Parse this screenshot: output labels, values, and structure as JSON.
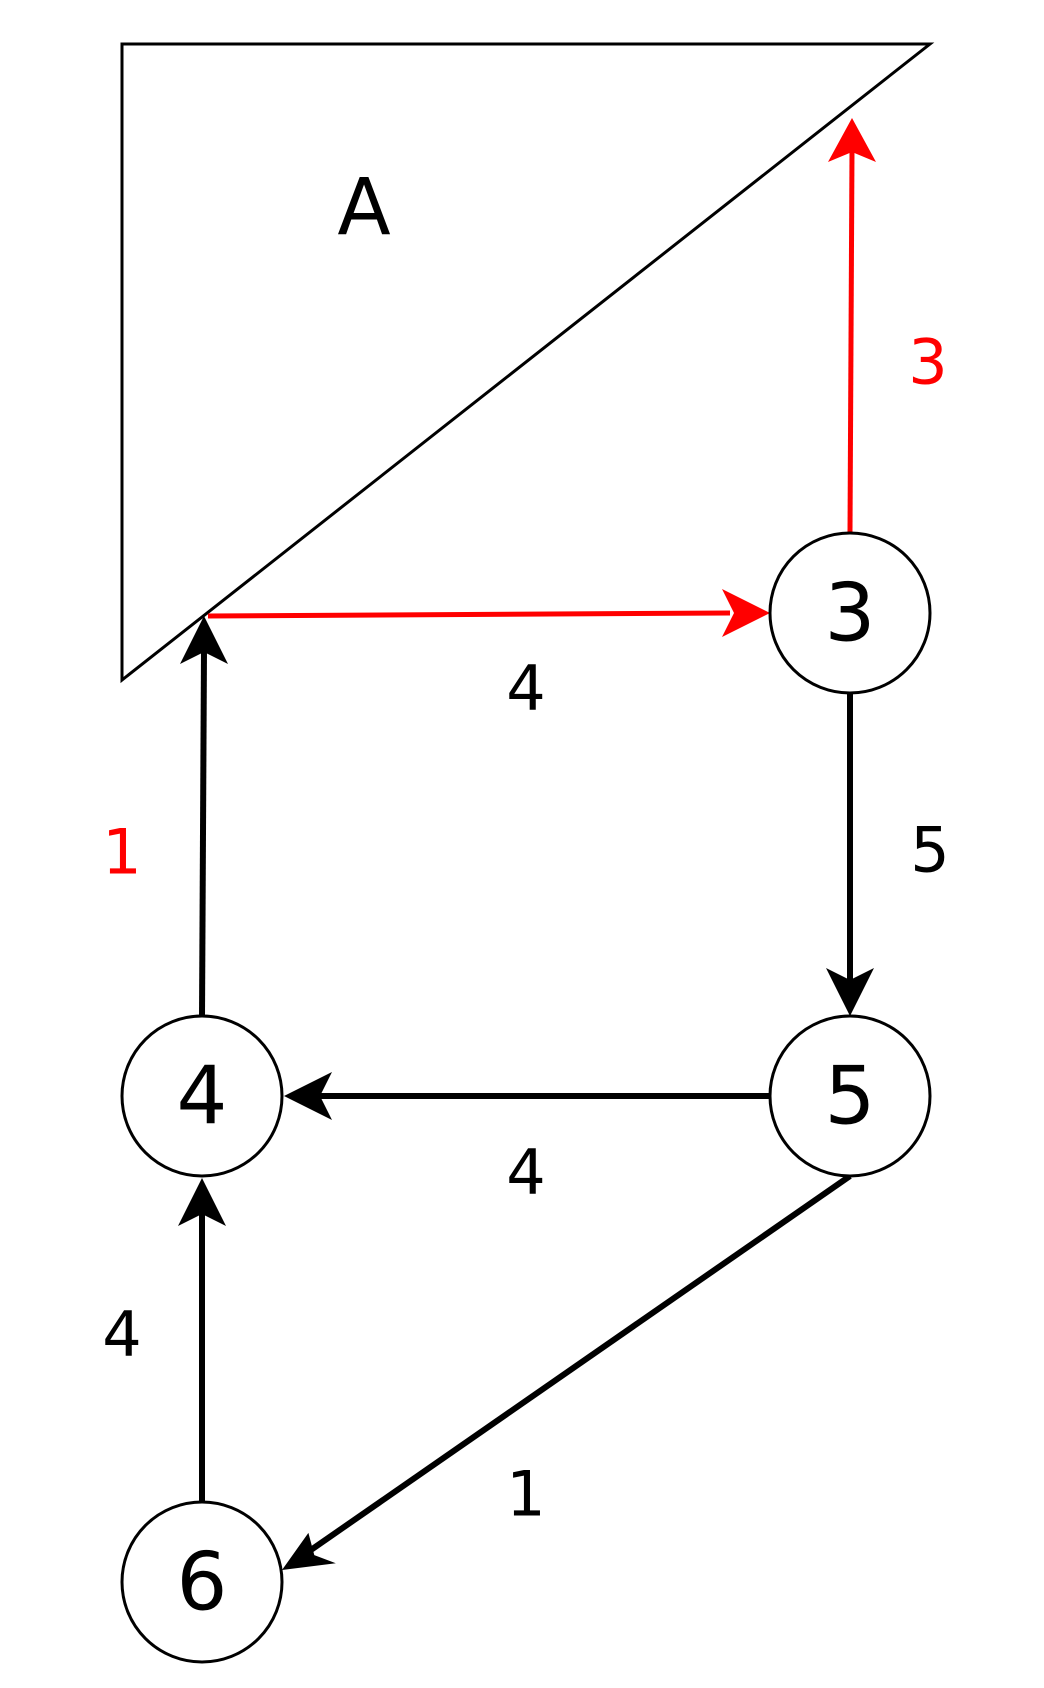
{
  "region": {
    "label": "A"
  },
  "nodes": [
    {
      "id": "n3",
      "label": "3"
    },
    {
      "id": "n4",
      "label": "4"
    },
    {
      "id": "n5",
      "label": "5"
    },
    {
      "id": "n6",
      "label": "6"
    }
  ],
  "edges": [
    {
      "id": "e_3_A",
      "from": "3",
      "to": "A",
      "weight": "3",
      "color": "#ff0000"
    },
    {
      "id": "e_A_3",
      "from": "A",
      "to": "3",
      "weight": "4",
      "color": "#ff0000"
    },
    {
      "id": "e_3_5",
      "from": "3",
      "to": "5",
      "weight": "5",
      "color": "#000000"
    },
    {
      "id": "e_4_A",
      "from": "4",
      "to": "A",
      "weight": "1",
      "color": "#000000",
      "label_color": "#ff0000"
    },
    {
      "id": "e_5_4",
      "from": "5",
      "to": "4",
      "weight": "4",
      "color": "#000000"
    },
    {
      "id": "e_5_6",
      "from": "5",
      "to": "6",
      "weight": "1",
      "color": "#000000"
    },
    {
      "id": "e_6_4",
      "from": "6",
      "to": "4",
      "weight": "4",
      "color": "#000000"
    }
  ]
}
